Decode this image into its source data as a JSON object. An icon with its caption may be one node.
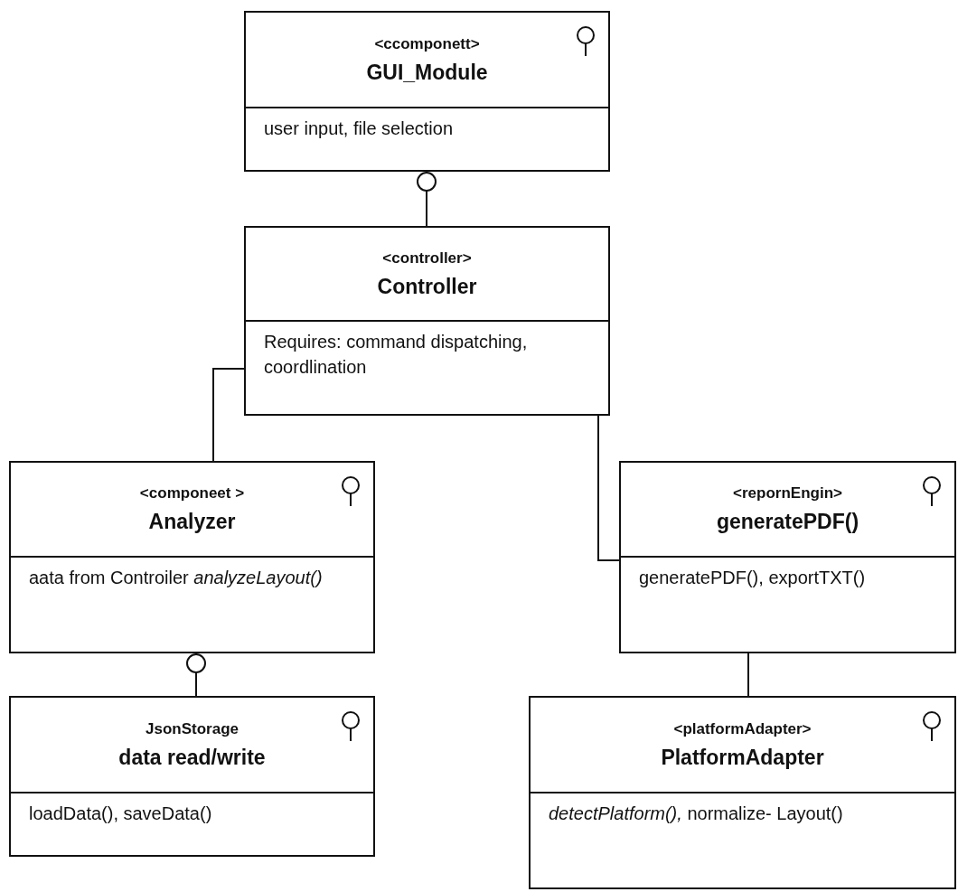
{
  "diagram": {
    "nodes": [
      {
        "text": [
          "<ccomponett>",
          "GUI_Module",
          "user input, file selection"
        ]
      },
      {
        "text": [
          "<controller>",
          "Controller",
          "Requires: command dispatching, coordlination"
        ]
      },
      {
        "text": [
          "<componeet >",
          "Analyzer",
          "aata from Controiler *analyzeLayout()*"
        ]
      },
      {
        "text": [
          "<repornEngin>",
          "generatePDF()",
          "generatePDF(), exportTXT()"
        ]
      },
      {
        "text": [
          "JsonStorage",
          "data read/write",
          "loadData(), saveData()"
        ]
      },
      {
        "text": [
          "<platformAdapter>",
          "PlatformAdapter",
          "*detectPlatform(),* normalize- Layout()"
        ]
      }
    ],
    "edges": [
      {
        "from": 0,
        "to": 1,
        "arrow": "other"
      },
      {
        "from": 1,
        "to": 2,
        "arrow": "none"
      },
      {
        "from": 1,
        "to": 3,
        "arrow": "none"
      },
      {
        "from": 2,
        "to": 4,
        "arrow": "other"
      },
      {
        "from": 3,
        "to": 5,
        "arrow": "none"
      }
    ]
  }
}
